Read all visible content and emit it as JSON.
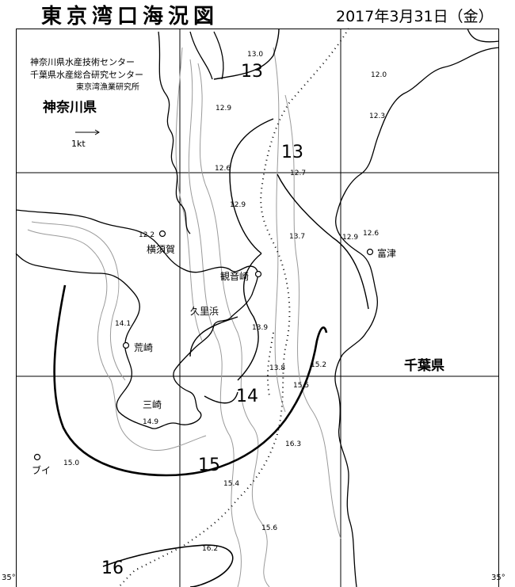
{
  "title": "東京湾口海況図",
  "date": "2017年3月31日（金）",
  "organizations": [
    "神奈川県水産技術センター",
    "千葉県水産総合研究センター",
    "東京湾漁業研究所"
  ],
  "prefectures": {
    "kanagawa": "神奈川県",
    "chiba": "千葉県"
  },
  "places": {
    "yokosuka": "横須賀",
    "kannonzaki": "観音崎",
    "kurihama": "久里浜",
    "arasaki": "荒崎",
    "misaki": "三崎",
    "futtsu": "富津",
    "buoy": "ブイ"
  },
  "scale_label": "1kt",
  "corner_left": "35°",
  "corner_right": "35°",
  "contour_labels": [
    "13",
    "13",
    "14",
    "15",
    "16"
  ],
  "temperature_readings": [
    "13.0",
    "12.9",
    "12.0",
    "12.3",
    "12.6",
    "12.2",
    "12.7",
    "12.9",
    "13.7",
    "12.9",
    "12.6",
    "14.1",
    "13.9",
    "14.9",
    "15.0",
    "15.4",
    "15.6",
    "16.2",
    "13.8",
    "15.2",
    "16.3",
    "15.5"
  ],
  "colors": {
    "coast": "#000000",
    "depth": "#9a9a9a",
    "grid": "#000000",
    "contour": "#000000"
  }
}
